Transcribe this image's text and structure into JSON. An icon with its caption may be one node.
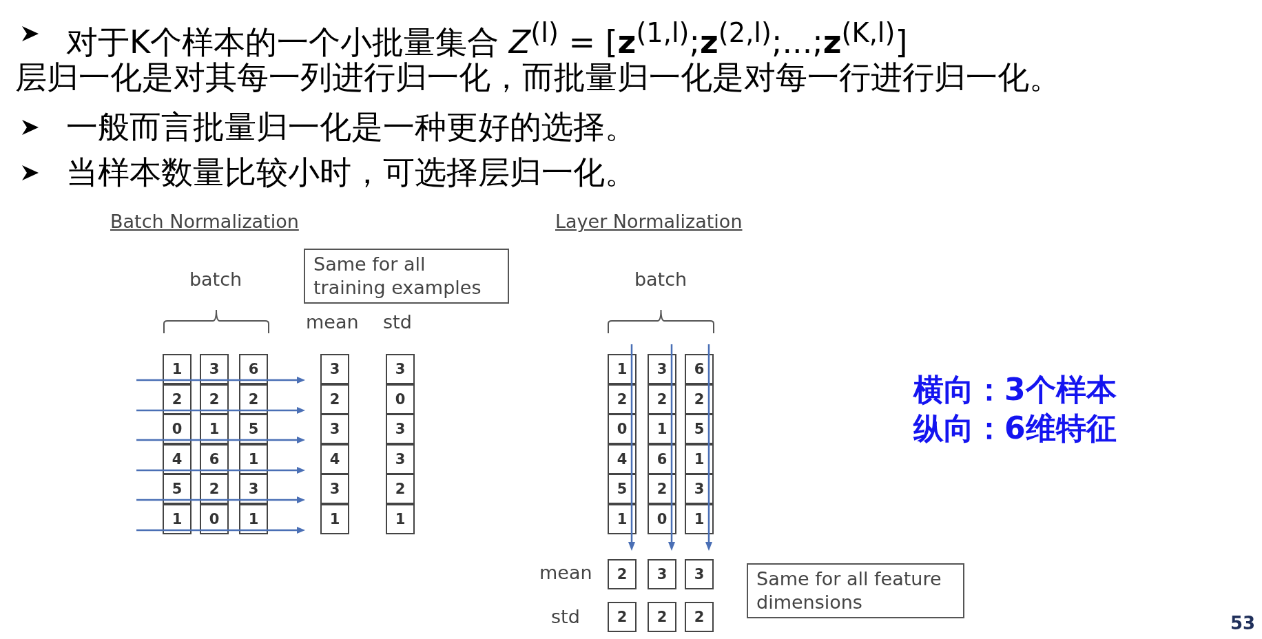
{
  "diagram": {
    "nodes": [
      {
        "text": [
          "Same for all training examples"
        ]
      },
      {
        "text": [
          "Same for all feature dimensions"
        ]
      }
    ],
    "labels": [
      "对于K个样本的一个小批量集合 *Z*$^{(l)}$ = [**z**$^{(1,l)}$;**z**$^{(2,l)}$;...;**z**$^{(K,l)}$]",
      "层归一化是对其每一列进行归一化，而批量归一化是对每一行进行归一化。",
      "一般而言批量归一化是一种更好的选择。",
      "当样本数量比较小时，可选择层归一化。",
      "Batch Normalization",
      "Layer Normalization",
      "batch",
      "batch",
      "mean",
      "std",
      "1",
      "3",
      "6",
      "3",
      "3",
      "2",
      "2",
      "2",
      "2",
      "0",
      "0",
      "1",
      "5",
      "3",
      "3",
      "4",
      "6",
      "1",
      "4",
      "3",
      "5",
      "2",
      "3",
      "3",
      "2",
      "1",
      "0",
      "1",
      "1",
      "1",
      "1",
      "3",
      "6",
      "2",
      "2",
      "2",
      "0",
      "1",
      "5",
      "4",
      "6",
      "1",
      "5",
      "2",
      "3",
      "1",
      "0",
      "1",
      "mean",
      "2",
      "3",
      "3",
      "std",
      "2",
      "2",
      "2",
      "横向：3个样本",
      "纵向：6维特征",
      "53"
    ]
  }
}
